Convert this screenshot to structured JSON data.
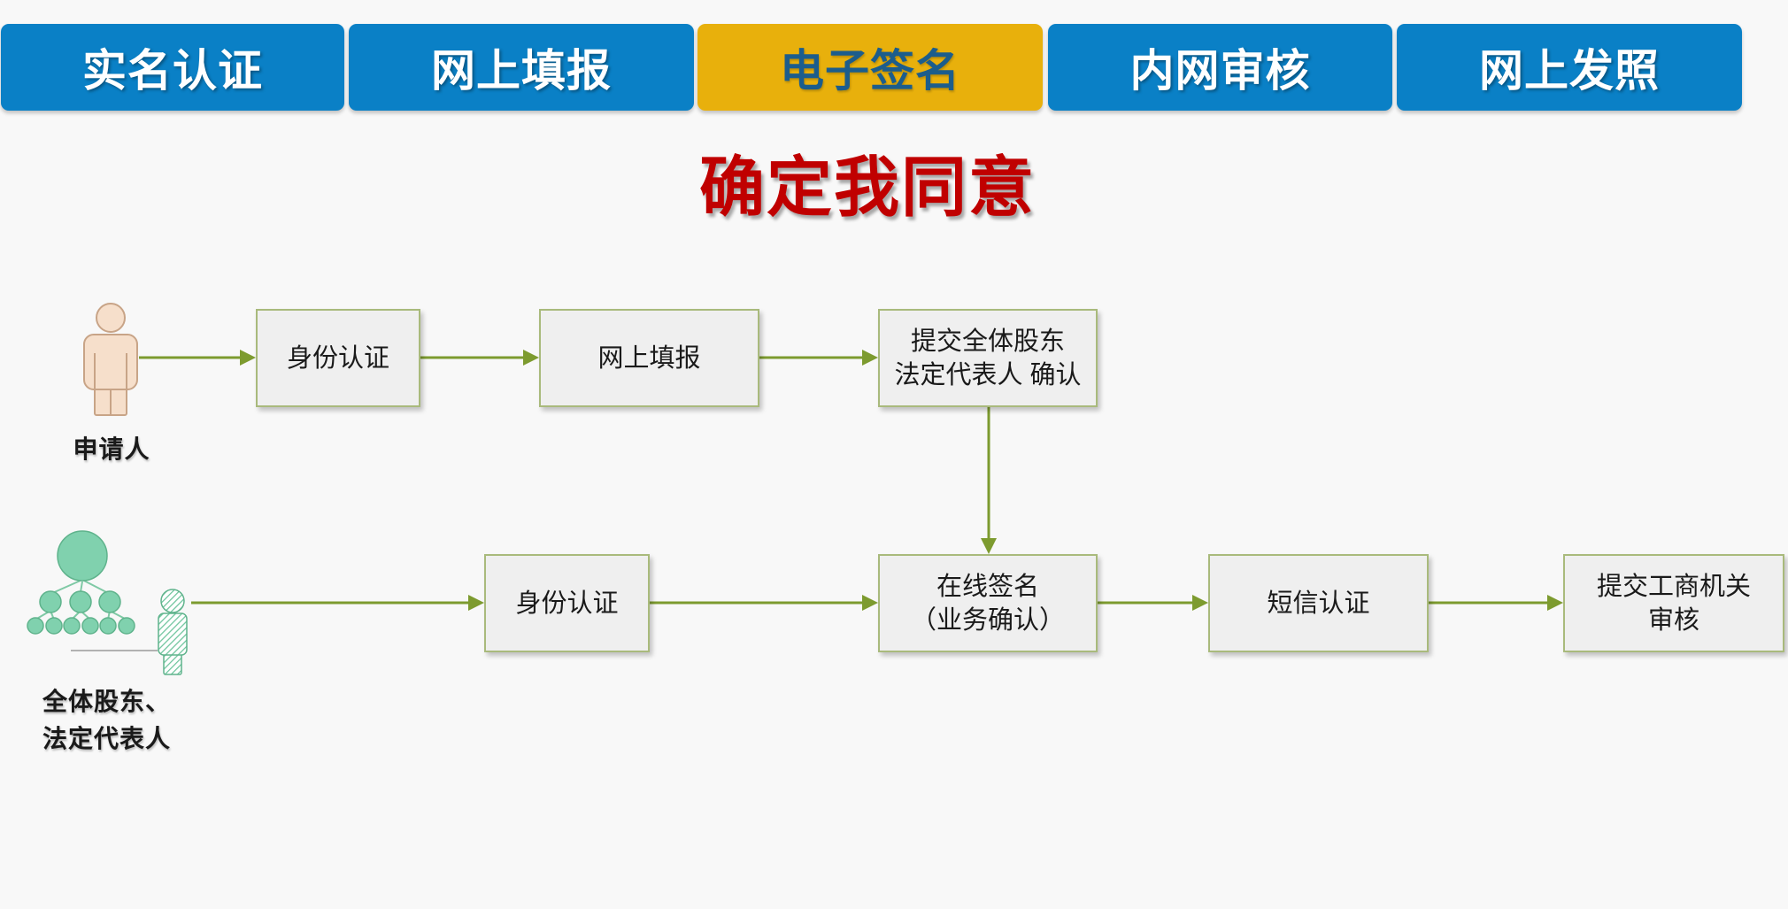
{
  "tabs": [
    {
      "label": "实名认证",
      "active": false
    },
    {
      "label": "网上填报",
      "active": false
    },
    {
      "label": "电子签名",
      "active": true
    },
    {
      "label": "内网审核",
      "active": false
    },
    {
      "label": "网上发照",
      "active": false
    }
  ],
  "title": "确定我同意",
  "actors": {
    "applicant": {
      "label": "申请人",
      "icon": "person-icon"
    },
    "shareholders": {
      "label_line1": "全体股东、",
      "label_line2": "法定代表人",
      "icon": "group-hierarchy-icon"
    }
  },
  "flow": {
    "row1": [
      {
        "line1": "身份认证"
      },
      {
        "line1": "网上填报"
      },
      {
        "line1": "提交全体股东",
        "line2": "法定代表人 确认"
      }
    ],
    "row2": [
      {
        "line1": "身份认证"
      },
      {
        "line1": "在线签名",
        "line2": "（业务确认）"
      },
      {
        "line1": "短信认证"
      },
      {
        "line1": "提交工商机关",
        "line2": "审核"
      }
    ]
  },
  "colors": {
    "tab_blue": "#0a80c6",
    "tab_active": "#e8b00c",
    "tab_active_text": "#1c5d8c",
    "title_red": "#c00000",
    "arrow": "#7d9b2f",
    "box_border": "#a9ba7c",
    "box_fill": "#efefef",
    "page_bg": "#f8f8f8"
  }
}
